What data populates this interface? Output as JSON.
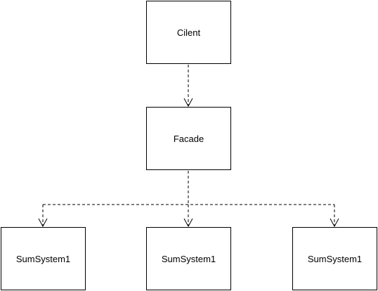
{
  "nodes": {
    "client": "Cilent",
    "facade": "Facade",
    "sub1": "SumSystem1",
    "sub2": "SumSystem1",
    "sub3": "SumSystem1"
  },
  "edges": [
    {
      "from": "client",
      "to": "facade",
      "style": "dashed",
      "arrow": "open"
    },
    {
      "from": "facade",
      "to": "sub1",
      "style": "dashed",
      "arrow": "open"
    },
    {
      "from": "facade",
      "to": "sub2",
      "style": "dashed",
      "arrow": "open"
    },
    {
      "from": "facade",
      "to": "sub3",
      "style": "dashed",
      "arrow": "open"
    }
  ],
  "colors": {
    "line": "#000000",
    "background": "#ffffff"
  }
}
